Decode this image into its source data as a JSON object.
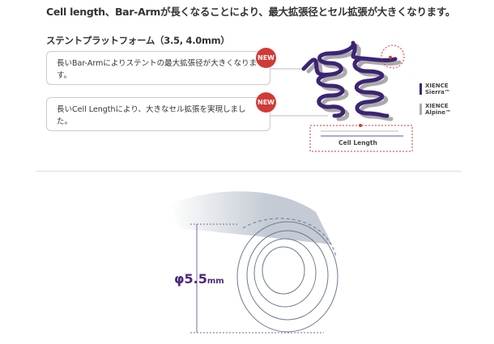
{
  "headline": "Cell length、Bar-Armが長くなることにより、最大拡張径とセル拡張が大きくなります。",
  "platform_title": "ステントプラットフォーム（3.5, 4.0mm）",
  "features": [
    {
      "text": "長いBar-Armによりステントの最大拡張径が大きくなります。",
      "badge": "NEW"
    },
    {
      "text": "長いCell Lengthにより、大きなセル拡張を実現しました。",
      "badge": "NEW"
    }
  ],
  "legend": [
    {
      "name": "XIENCE",
      "sub": "Sierra™",
      "color": "#3c2474"
    },
    {
      "name": "XIENCE",
      "sub": "Alpine™",
      "color": "#aaaaaa"
    }
  ],
  "cell_length_label": "Cell Length",
  "diameter": {
    "symbol": "φ5.5",
    "unit": "mm"
  }
}
